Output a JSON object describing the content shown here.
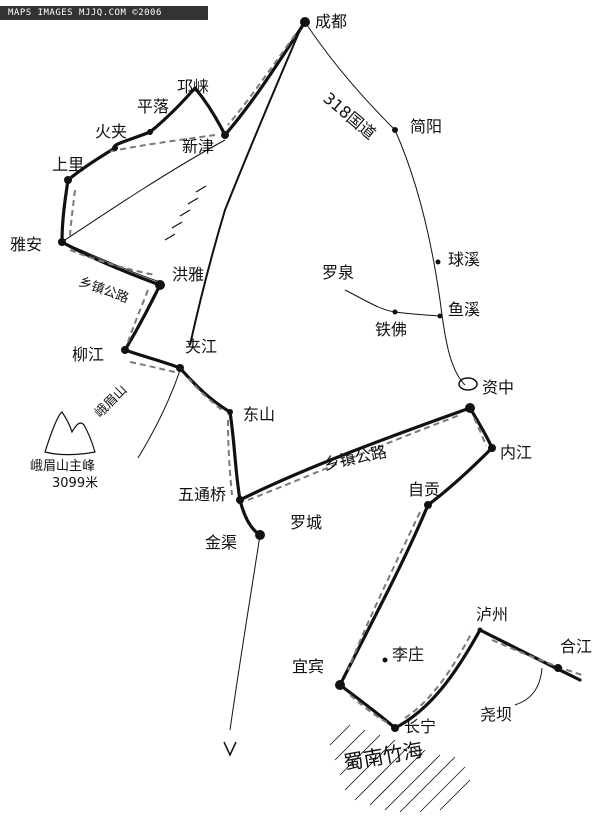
{
  "watermark": "MAPS IMAGES MJJQ.COM ©2006",
  "towns": {
    "chengdu": "成都",
    "qionglai": "邛崃",
    "pingluo": "平落",
    "huaxian": "火夹",
    "shangli": "上里",
    "xinjin": "新津",
    "yaan": "雅安",
    "hongya": "洪雅",
    "liujiang": "柳江",
    "jiajiang": "夹江",
    "dongshan": "东山",
    "wutongqiao": "五通桥",
    "jinqu": "金渠",
    "luocheng": "罗城",
    "jianyang": "简阳",
    "qiuxi": "球溪",
    "luoquan": "罗泉",
    "yuxi": "鱼溪",
    "tiefo": "铁佛",
    "zizhong": "资中",
    "neijiang": "内江",
    "zigong": "自贡",
    "yibin": "宜宾",
    "lizhuang": "李庄",
    "changning": "长宁",
    "luzhou": "泸州",
    "hejiang": "合江",
    "yaoba": "尧坝"
  },
  "road_labels": {
    "expressway_318": "318国道",
    "township_road_west": "乡镇公路",
    "township_road_east": "乡镇公路"
  },
  "landmarks": {
    "emeishan": "峨眉山",
    "summit": "峨眉山主峰",
    "summit_height": "3099米",
    "bamboo_sea": "蜀南竹海"
  }
}
